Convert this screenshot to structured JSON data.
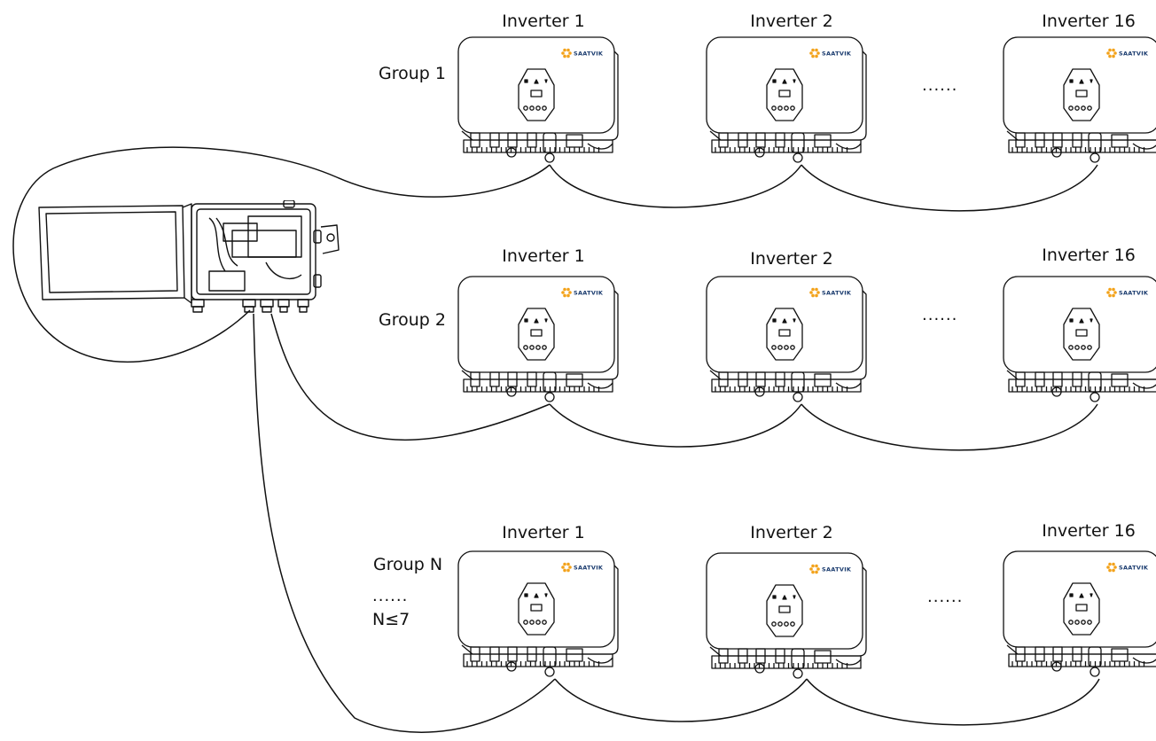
{
  "colors": {
    "line": "#111111",
    "brand_text": "#1a3b6e",
    "brand_logo": "#f3a21a"
  },
  "icons": {
    "datalogger": "datalogger-box-icon",
    "inverter": "inverter-icon",
    "brand_logo": "saatvik-logo-icon"
  },
  "inverter_brand": "SAATVIK",
  "ellipsis": "......",
  "groups": [
    {
      "label": "Group 1",
      "inverters": [
        {
          "title": "Inverter 1"
        },
        {
          "title": "Inverter 2"
        },
        {
          "title": "Inverter 16"
        }
      ]
    },
    {
      "label": "Group 2",
      "inverters": [
        {
          "title": "Inverter 1"
        },
        {
          "title": "Inverter 2"
        },
        {
          "title": "Inverter 16"
        }
      ]
    },
    {
      "label": "Group N",
      "sub_ellipsis": "......",
      "sub_note": "N≤7",
      "inverters": [
        {
          "title": "Inverter 1"
        },
        {
          "title": "Inverter 2"
        },
        {
          "title": "Inverter 16"
        }
      ]
    }
  ]
}
